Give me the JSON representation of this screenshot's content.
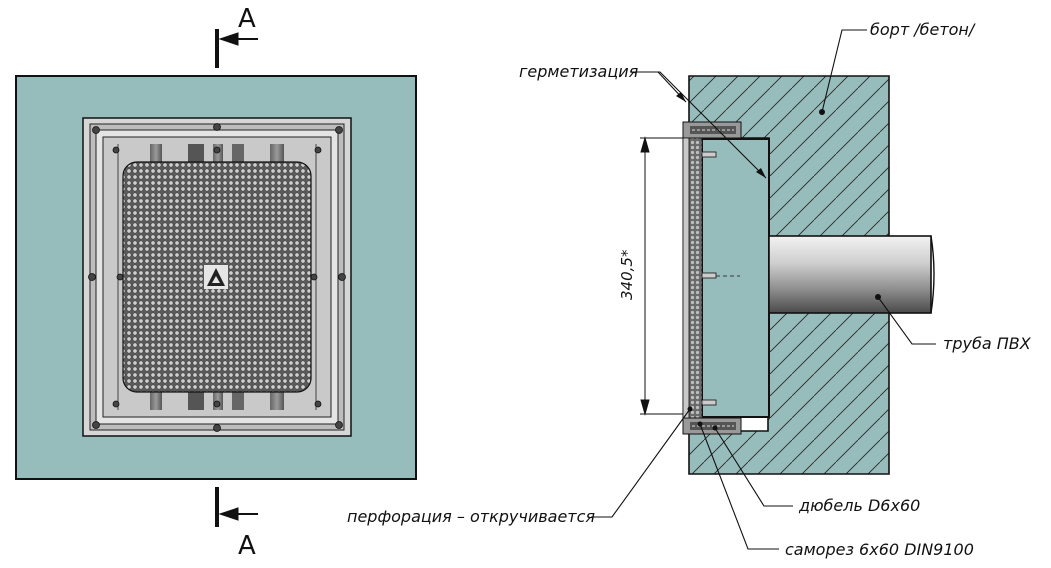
{
  "section": {
    "top_letter": "A",
    "bottom_letter": "A"
  },
  "labels": {
    "bort": "борт /бетон/",
    "germetizaciya": "герметизация",
    "truba": "труба ПВХ",
    "dubel": "дюбель D6х60",
    "samorez": "саморез 6х60 DIN9100",
    "perforaciya": "перфорация – откручивается"
  },
  "dimension": {
    "height": "340,5*"
  },
  "colors": {
    "teal": "#97bcbc",
    "line": "#111111",
    "frame": "#d8d8d8",
    "mesh": "#3a3a3a"
  }
}
